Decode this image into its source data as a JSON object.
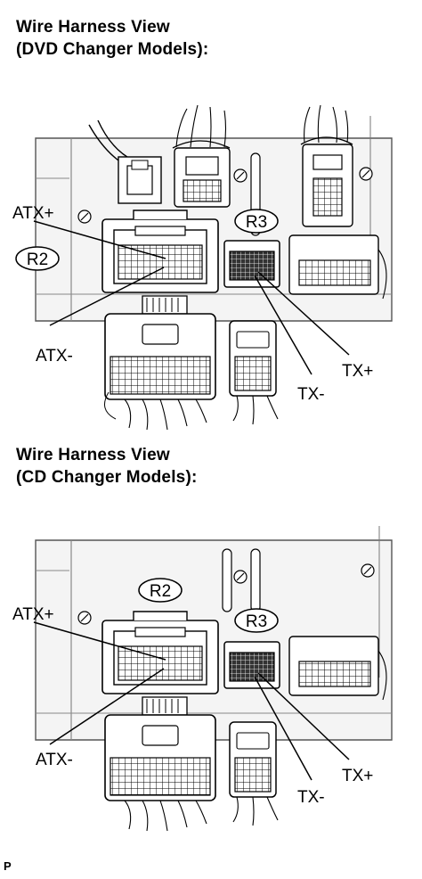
{
  "section1": {
    "heading_line1": "Wire Harness View",
    "heading_line2": "(DVD Changer Models):",
    "label_r2": "R2",
    "label_r3": "R3",
    "pin_atx_plus": "ATX+",
    "pin_atx_minus": "ATX-",
    "pin_tx_plus": "TX+",
    "pin_tx_minus": "TX-"
  },
  "section2": {
    "heading_line1": "Wire Harness View",
    "heading_line2": "(CD Changer Models):",
    "label_r2": "R2",
    "label_r3": "R3",
    "pin_atx_plus": "ATX+",
    "pin_atx_minus": "ATX-",
    "pin_tx_plus": "TX+",
    "pin_tx_minus": "TX-"
  },
  "footer_code": "P",
  "colors": {
    "line": "#000000",
    "panel": "#f3f3f3",
    "panel_edge": "#555555",
    "connector": "#ffffff"
  }
}
